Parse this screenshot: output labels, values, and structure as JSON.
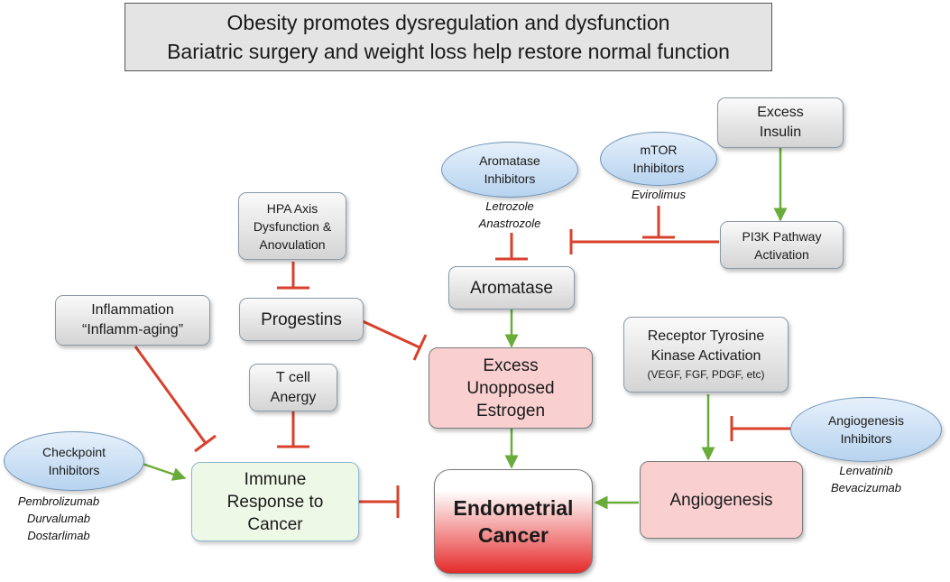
{
  "title": {
    "line1": "Obesity promotes dysregulation and dysfunction",
    "line2": "Bariatric surgery and weight loss help restore normal function"
  },
  "nodes": {
    "excess_insulin": [
      "Excess",
      "Insulin"
    ],
    "pi3k": [
      "PI3K Pathway",
      "Activation"
    ],
    "mtor_inhibitors": [
      "mTOR",
      "Inhibitors"
    ],
    "aromatase_inhibitors": [
      "Aromatase",
      "Inhibitors"
    ],
    "hpa_axis": [
      "HPA Axis",
      "Dysfunction &",
      "Anovulation"
    ],
    "aromatase": "Aromatase",
    "progestins": "Progestins",
    "inflammation": [
      "Inflammation",
      "“Inflamm-aging”"
    ],
    "tcell_anergy": [
      "T cell",
      "Anergy"
    ],
    "excess_estrogen": [
      "Excess",
      "Unopposed",
      "Estrogen"
    ],
    "rtk": [
      "Receptor Tyrosine",
      "Kinase Activation",
      "(VEGF, FGF, PDGF, etc)"
    ],
    "angiogenesis_inhibitors": [
      "Angiogenesis",
      "Inhibitors"
    ],
    "checkpoint_inhibitors": [
      "Checkpoint",
      "Inhibitors"
    ],
    "immune_response": [
      "Immune",
      "Response to",
      "Cancer"
    ],
    "endometrial_cancer": [
      "Endometrial",
      "Cancer"
    ],
    "angiogenesis": "Angiogenesis"
  },
  "drugs": {
    "mtor": [
      "Evirolimus"
    ],
    "aromatase": [
      "Letrozole",
      "Anastrozole"
    ],
    "angiogenesis": [
      "Lenvatinib",
      "Bevacizumab"
    ],
    "checkpoint": [
      "Pembrolizumab",
      "Durvalumab",
      "Dostarlimab"
    ]
  },
  "colors": {
    "activation_arrow": "#6aac3a",
    "inhibition_arrow": "#d8412b"
  }
}
